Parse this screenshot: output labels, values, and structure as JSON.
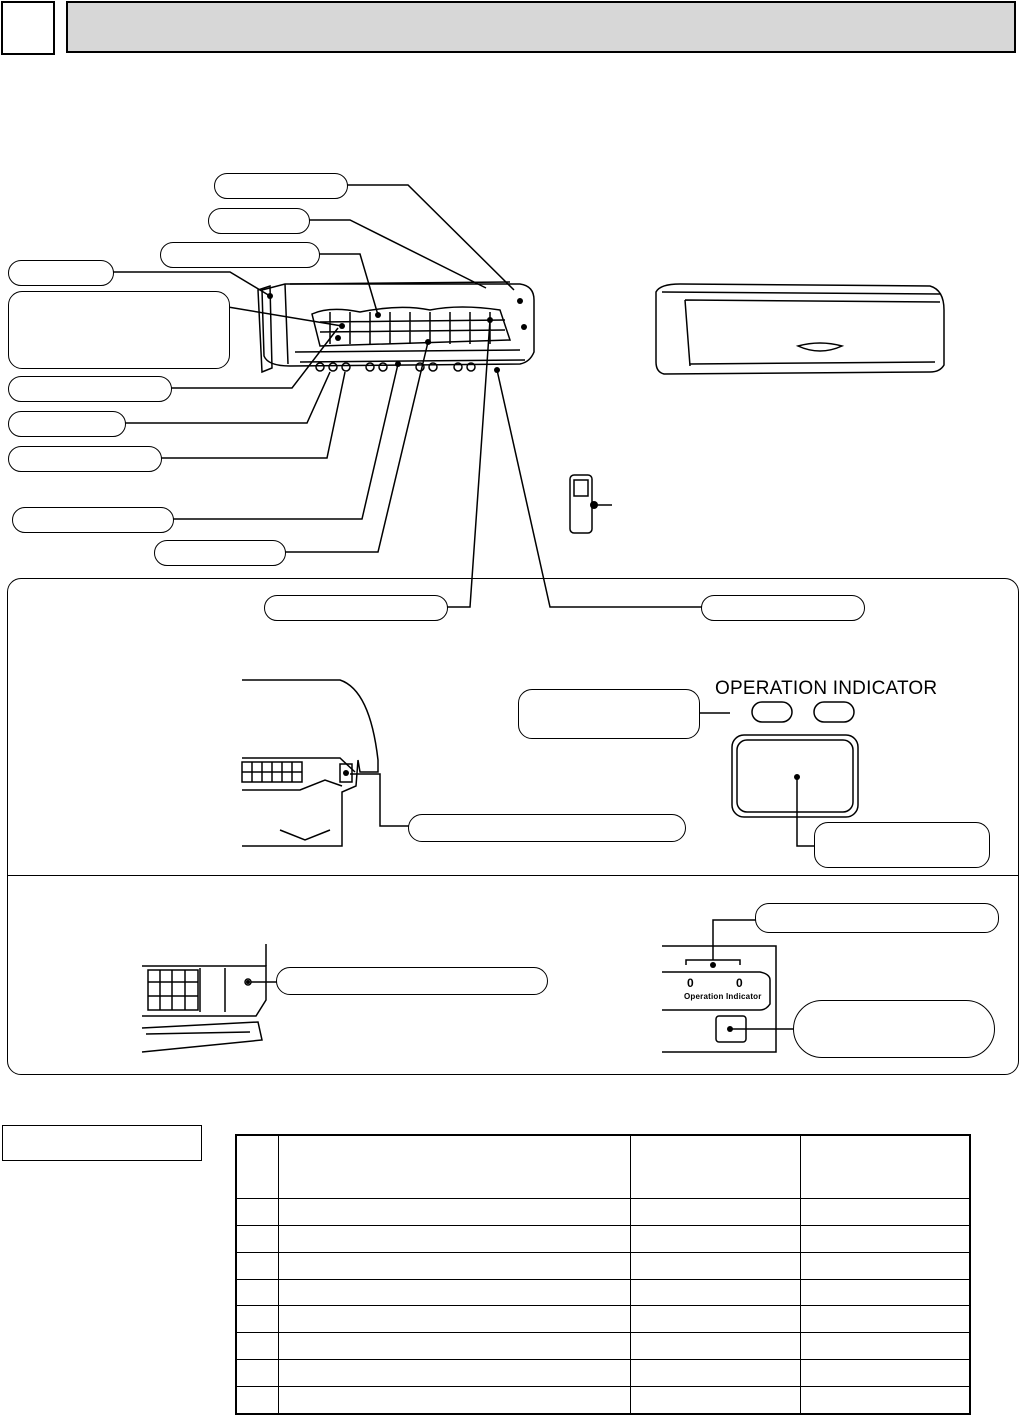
{
  "header": {
    "number": "",
    "title": ""
  },
  "panel": {
    "operation_indicator_label": "OPERATION INDICATOR"
  },
  "indicator_panel": {
    "left_value": "0",
    "right_value": "0",
    "label": "Operation Indicator"
  },
  "spec": {
    "label": "",
    "columns": [
      "",
      "",
      "",
      ""
    ],
    "rows": [
      [
        "",
        "",
        "",
        ""
      ],
      [
        "",
        "",
        "",
        ""
      ],
      [
        "",
        "",
        "",
        ""
      ],
      [
        "",
        "",
        "",
        ""
      ],
      [
        "",
        "",
        "",
        ""
      ],
      [
        "",
        "",
        "",
        ""
      ],
      [
        "",
        "",
        "",
        ""
      ],
      [
        "",
        "",
        "",
        ""
      ]
    ]
  }
}
